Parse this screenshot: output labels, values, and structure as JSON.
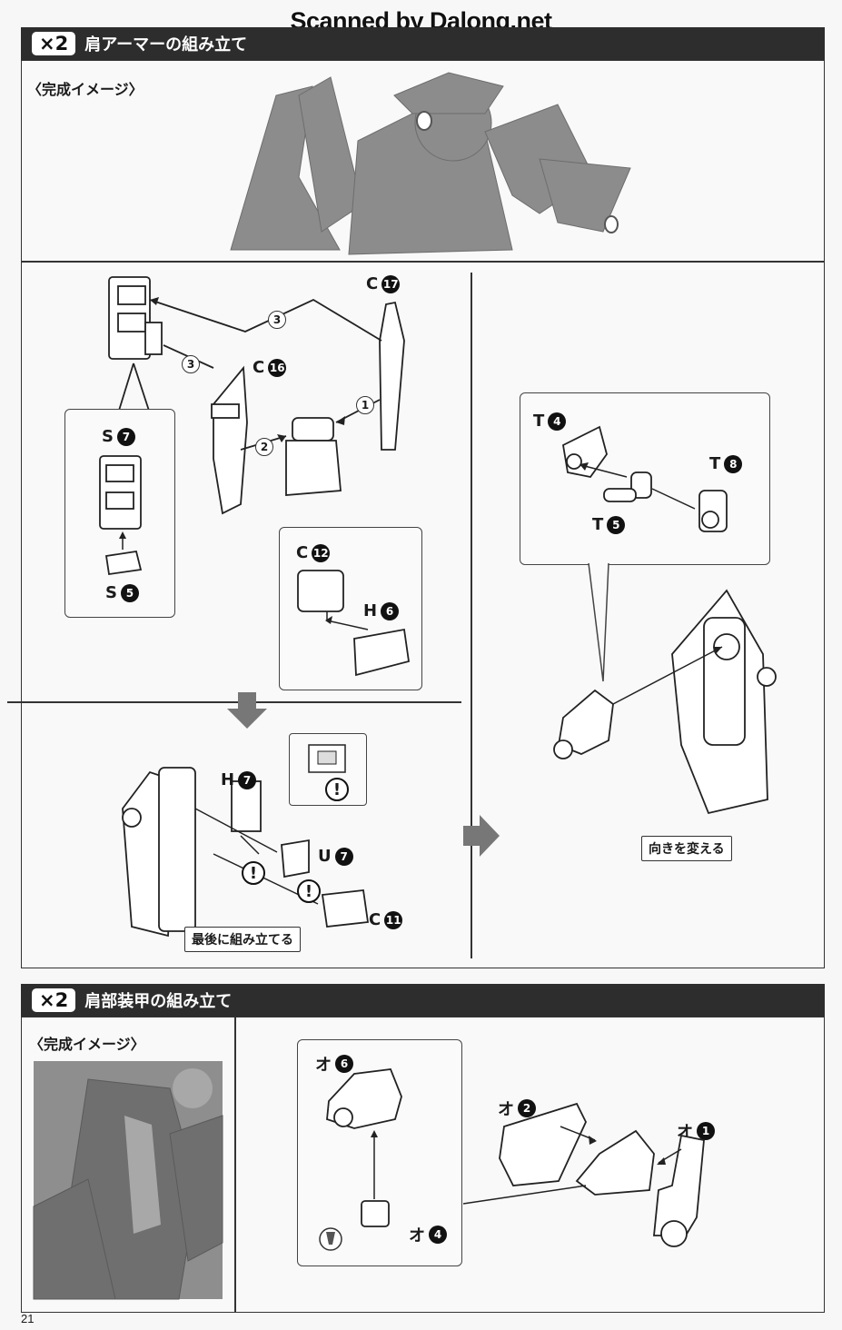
{
  "watermark": "Scanned by Dalong.net",
  "section1": {
    "quantity": "×2",
    "title": "肩アーマーの組み立て",
    "image_title": "〈完成イメージ〉"
  },
  "section2": {
    "quantity": "×2",
    "title": "肩部装甲の組み立て",
    "image_title": "〈完成イメージ〉"
  },
  "parts": {
    "c17": {
      "letter": "C",
      "num": "17"
    },
    "c16": {
      "letter": "C",
      "num": "16"
    },
    "s7": {
      "letter": "S",
      "num": "7"
    },
    "s5": {
      "letter": "S",
      "num": "5"
    },
    "c12": {
      "letter": "C",
      "num": "12"
    },
    "h6": {
      "letter": "H",
      "num": "6"
    },
    "h7": {
      "letter": "H",
      "num": "7"
    },
    "u7": {
      "letter": "U",
      "num": "7"
    },
    "c11": {
      "letter": "C",
      "num": "11"
    },
    "t4": {
      "letter": "T",
      "num": "4"
    },
    "t8": {
      "letter": "T",
      "num": "8"
    },
    "t5": {
      "letter": "T",
      "num": "5"
    },
    "o6": {
      "letter": "オ",
      "num": "6"
    },
    "o2": {
      "letter": "オ",
      "num": "2"
    },
    "o1": {
      "letter": "オ",
      "num": "1"
    },
    "o4": {
      "letter": "オ",
      "num": "4"
    }
  },
  "steps": {
    "one": "1",
    "two": "2",
    "three": "3"
  },
  "caution_mark": "!",
  "labels": {
    "assemble_last": "最後に組み立てる",
    "change_direction": "向きを変える"
  },
  "page_number": "21",
  "colors": {
    "header_bg": "#2d2d2d",
    "part_fill": "#ffffff",
    "line": "#222222"
  }
}
